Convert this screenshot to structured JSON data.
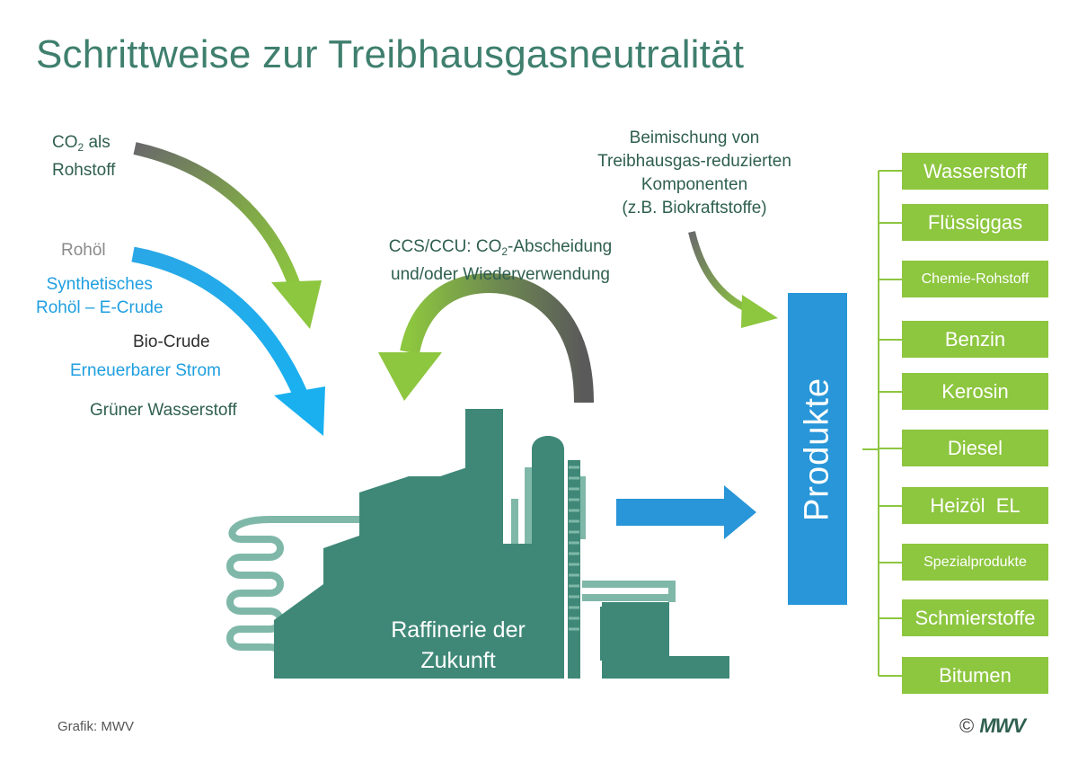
{
  "title": "Schrittweise zur Treibhausgasneutralität",
  "inputs": {
    "co2_main": "CO",
    "co2_sub": "2",
    "co2_rest": " als",
    "co2_line2": "Rohstoff",
    "rohoel": "Rohöl",
    "synth_line1": "Synthetisches",
    "synth_line2": "Rohöl – E-Crude",
    "biocrude": "Bio-Crude",
    "strom": "Erneuerbarer Strom",
    "gruen": "Grüner Wasserstoff"
  },
  "ccs": {
    "line1_a": "CCS/CCU: CO",
    "line1_sub": "2",
    "line1_b": "-Abscheidung",
    "line2": "und/oder Wiederverwendung"
  },
  "beimischung": {
    "line1": "Beimischung von",
    "line2": "Treibhausgas-reduzierten",
    "line3": "Komponenten",
    "line4": "(z.B. Biokraftstoffe)"
  },
  "refinery": {
    "line1": "Raffinerie der",
    "line2": "Zukunft"
  },
  "produkte_label": "Produkte",
  "products": [
    "Wasserstoff",
    "Flüssiggas",
    "Chemie-Rohstoff",
    "Benzin",
    "Kerosin",
    "Diesel",
    "Heizöl  EL",
    "Spezialprodukte",
    "Schmierstoffe",
    "Bitumen"
  ],
  "footer": {
    "grafik": "Grafik: MWV",
    "copyright_symbol": "©",
    "logo_text": "MWV"
  },
  "colors": {
    "title": "#3f7f6e",
    "factory": "#3f8878",
    "pipe": "#7fb8a8",
    "green": "#8dc63f",
    "blue": "#2896d8",
    "grey": "#5e5e5e"
  }
}
